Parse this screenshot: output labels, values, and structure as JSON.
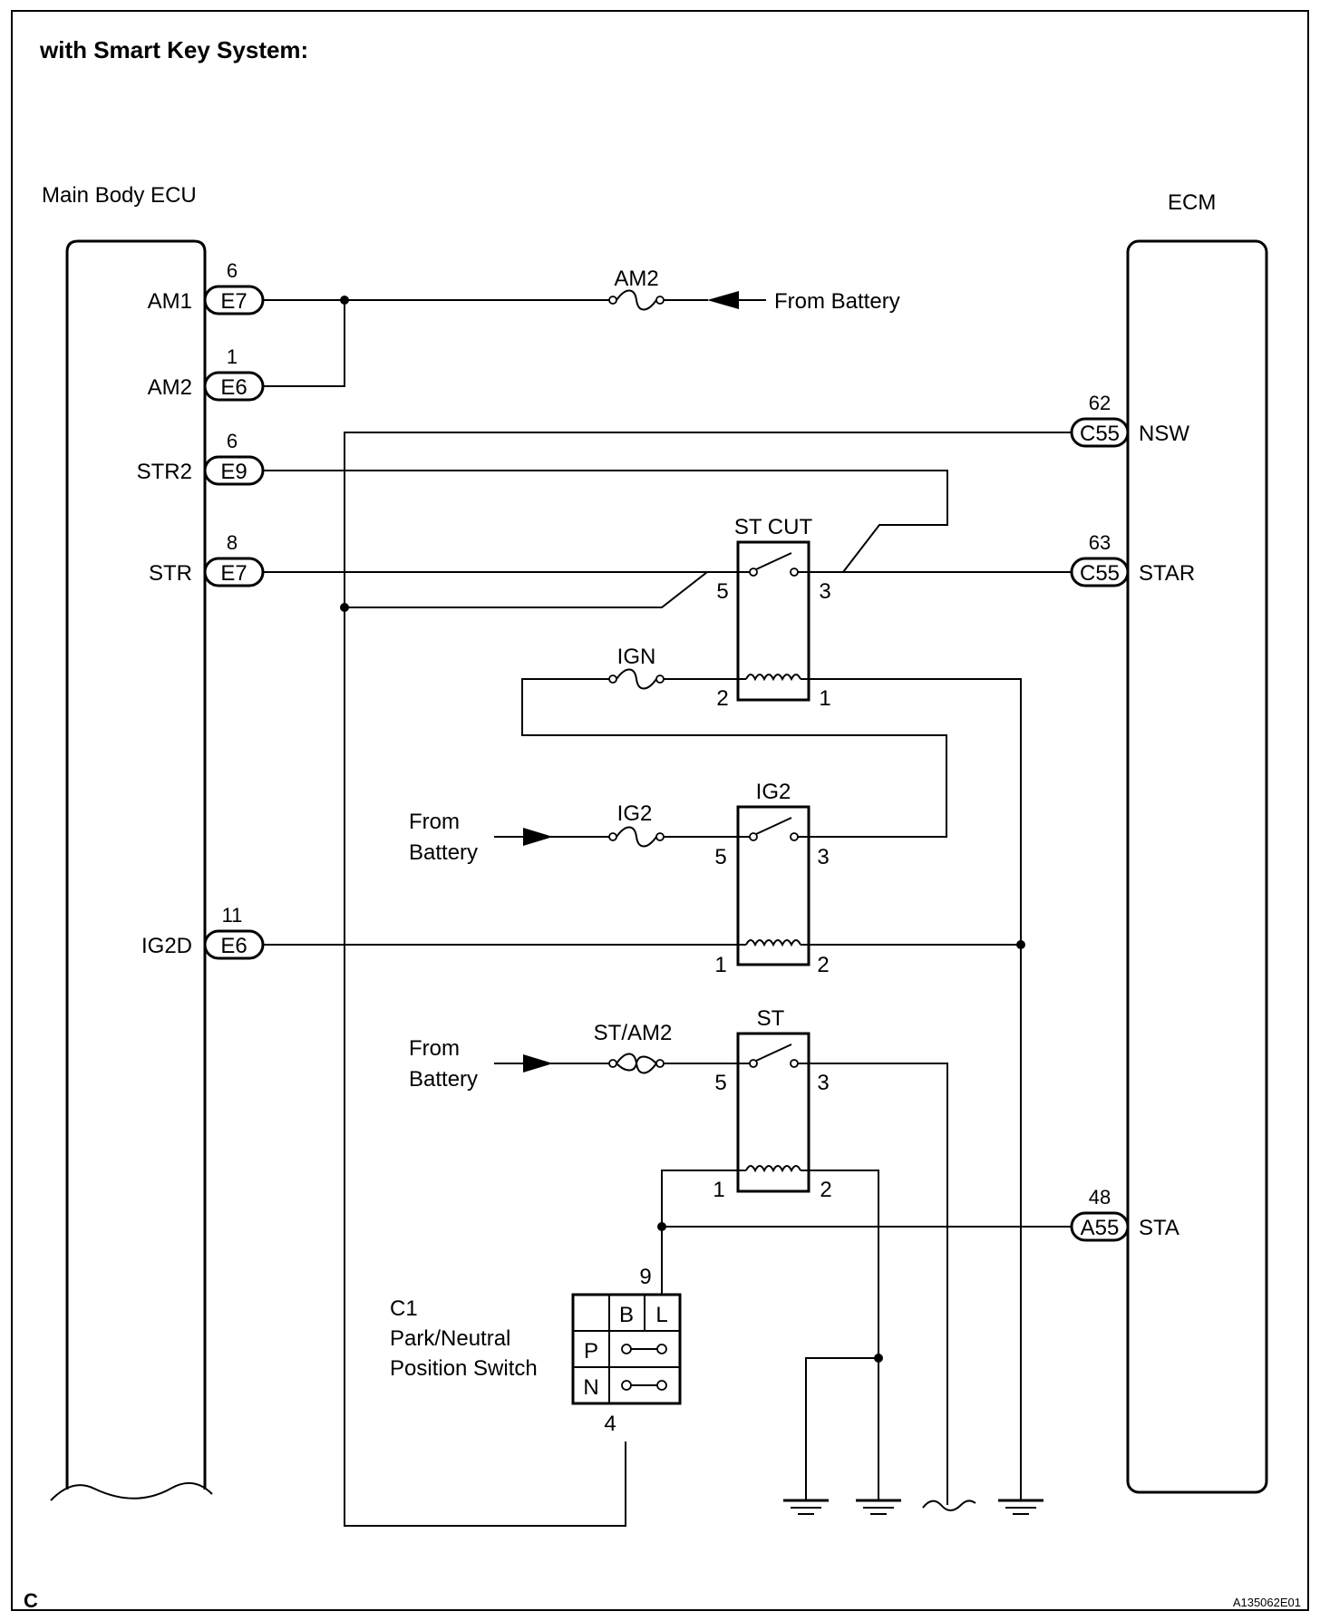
{
  "title": "with Smart Key System:",
  "left_ecu": {
    "label": "Main Body ECU",
    "pins": [
      {
        "name": "AM1",
        "connector": "E7",
        "pin": "6"
      },
      {
        "name": "AM2",
        "connector": "E6",
        "pin": "1"
      },
      {
        "name": "STR2",
        "connector": "E9",
        "pin": "6"
      },
      {
        "name": "STR",
        "connector": "E7",
        "pin": "8"
      },
      {
        "name": "IG2D",
        "connector": "E6",
        "pin": "11"
      }
    ]
  },
  "right_ecu": {
    "label": "ECM",
    "pins": [
      {
        "name": "NSW",
        "connector": "C55",
        "pin": "62"
      },
      {
        "name": "STAR",
        "connector": "C55",
        "pin": "63"
      },
      {
        "name": "STA",
        "connector": "A55",
        "pin": "48"
      }
    ]
  },
  "fuses": {
    "am2": "AM2",
    "ign": "IGN",
    "ig2": "IG2",
    "st_am2": "ST/AM2"
  },
  "sources": {
    "from_battery_top": "From Battery",
    "from": "From",
    "battery": "Battery"
  },
  "relays": [
    {
      "name": "ST CUT",
      "pins": [
        "5",
        "3",
        "2",
        "1"
      ]
    },
    {
      "name": "IG2",
      "pins": [
        "5",
        "3",
        "1",
        "2"
      ]
    },
    {
      "name": "ST",
      "pins": [
        "5",
        "3",
        "1",
        "2"
      ]
    }
  ],
  "pn_switch": {
    "connector": "C1",
    "line1": "Park/Neutral",
    "line2": "Position Switch",
    "pin_top": "9",
    "pin_bottom": "4",
    "col_b": "B",
    "col_l": "L",
    "row_p": "P",
    "row_n": "N"
  },
  "footer": {
    "left": "C",
    "right": "A135062E01"
  }
}
